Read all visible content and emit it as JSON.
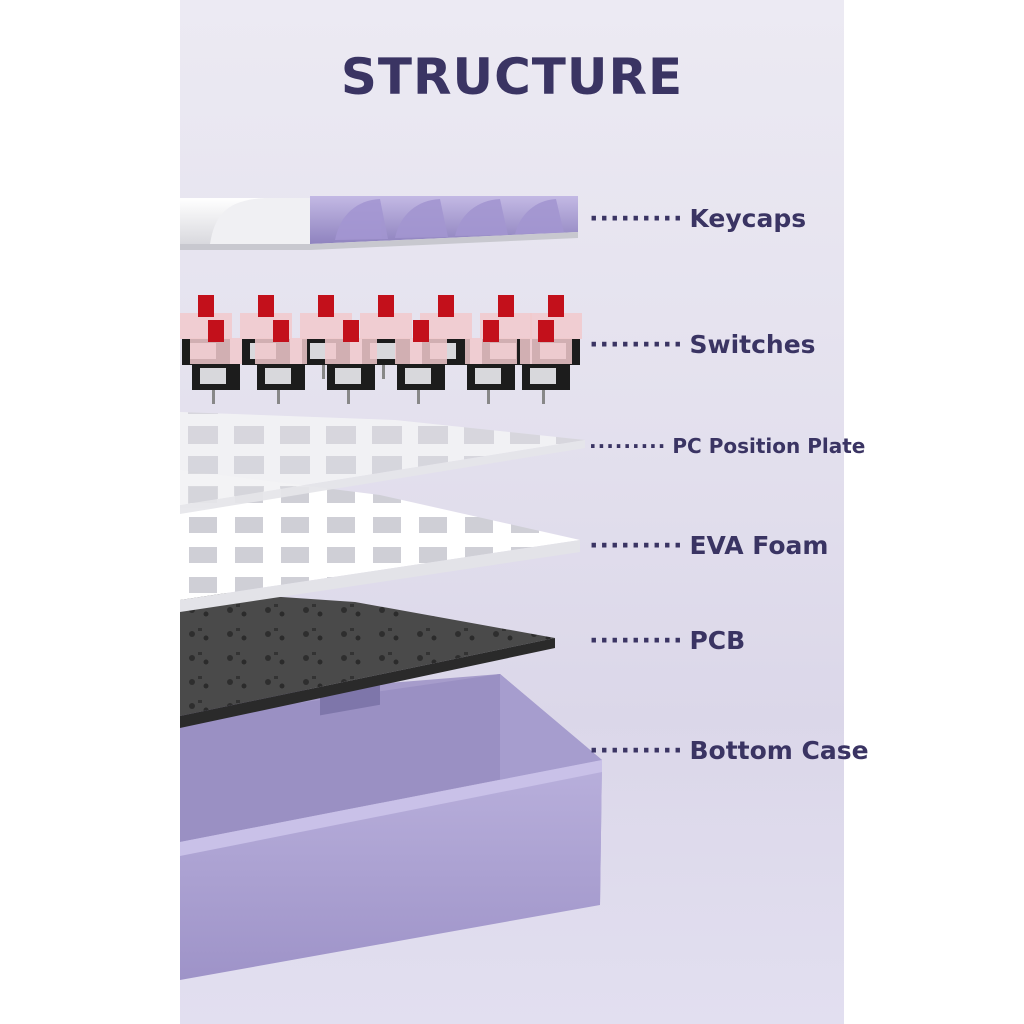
{
  "title": "STRUCTURE",
  "colors": {
    "title": "#3a3463",
    "label": "#3a3463",
    "keycap_accent": "#a79bcf",
    "switch_stem": "#c3101b",
    "case": "#b7aedb",
    "pcb": "#4b4b4b",
    "plate": "#f4f4f6"
  },
  "layers": [
    {
      "leader": "·········",
      "label": "Keycaps"
    },
    {
      "leader": "·········",
      "label": "Switches"
    },
    {
      "leader": "·········",
      "label": "PC Position Plate"
    },
    {
      "leader": "·········",
      "label": "EVA Foam"
    },
    {
      "leader": "·········",
      "label": "PCB"
    },
    {
      "leader": "·········",
      "label": "Bottom Case"
    }
  ]
}
